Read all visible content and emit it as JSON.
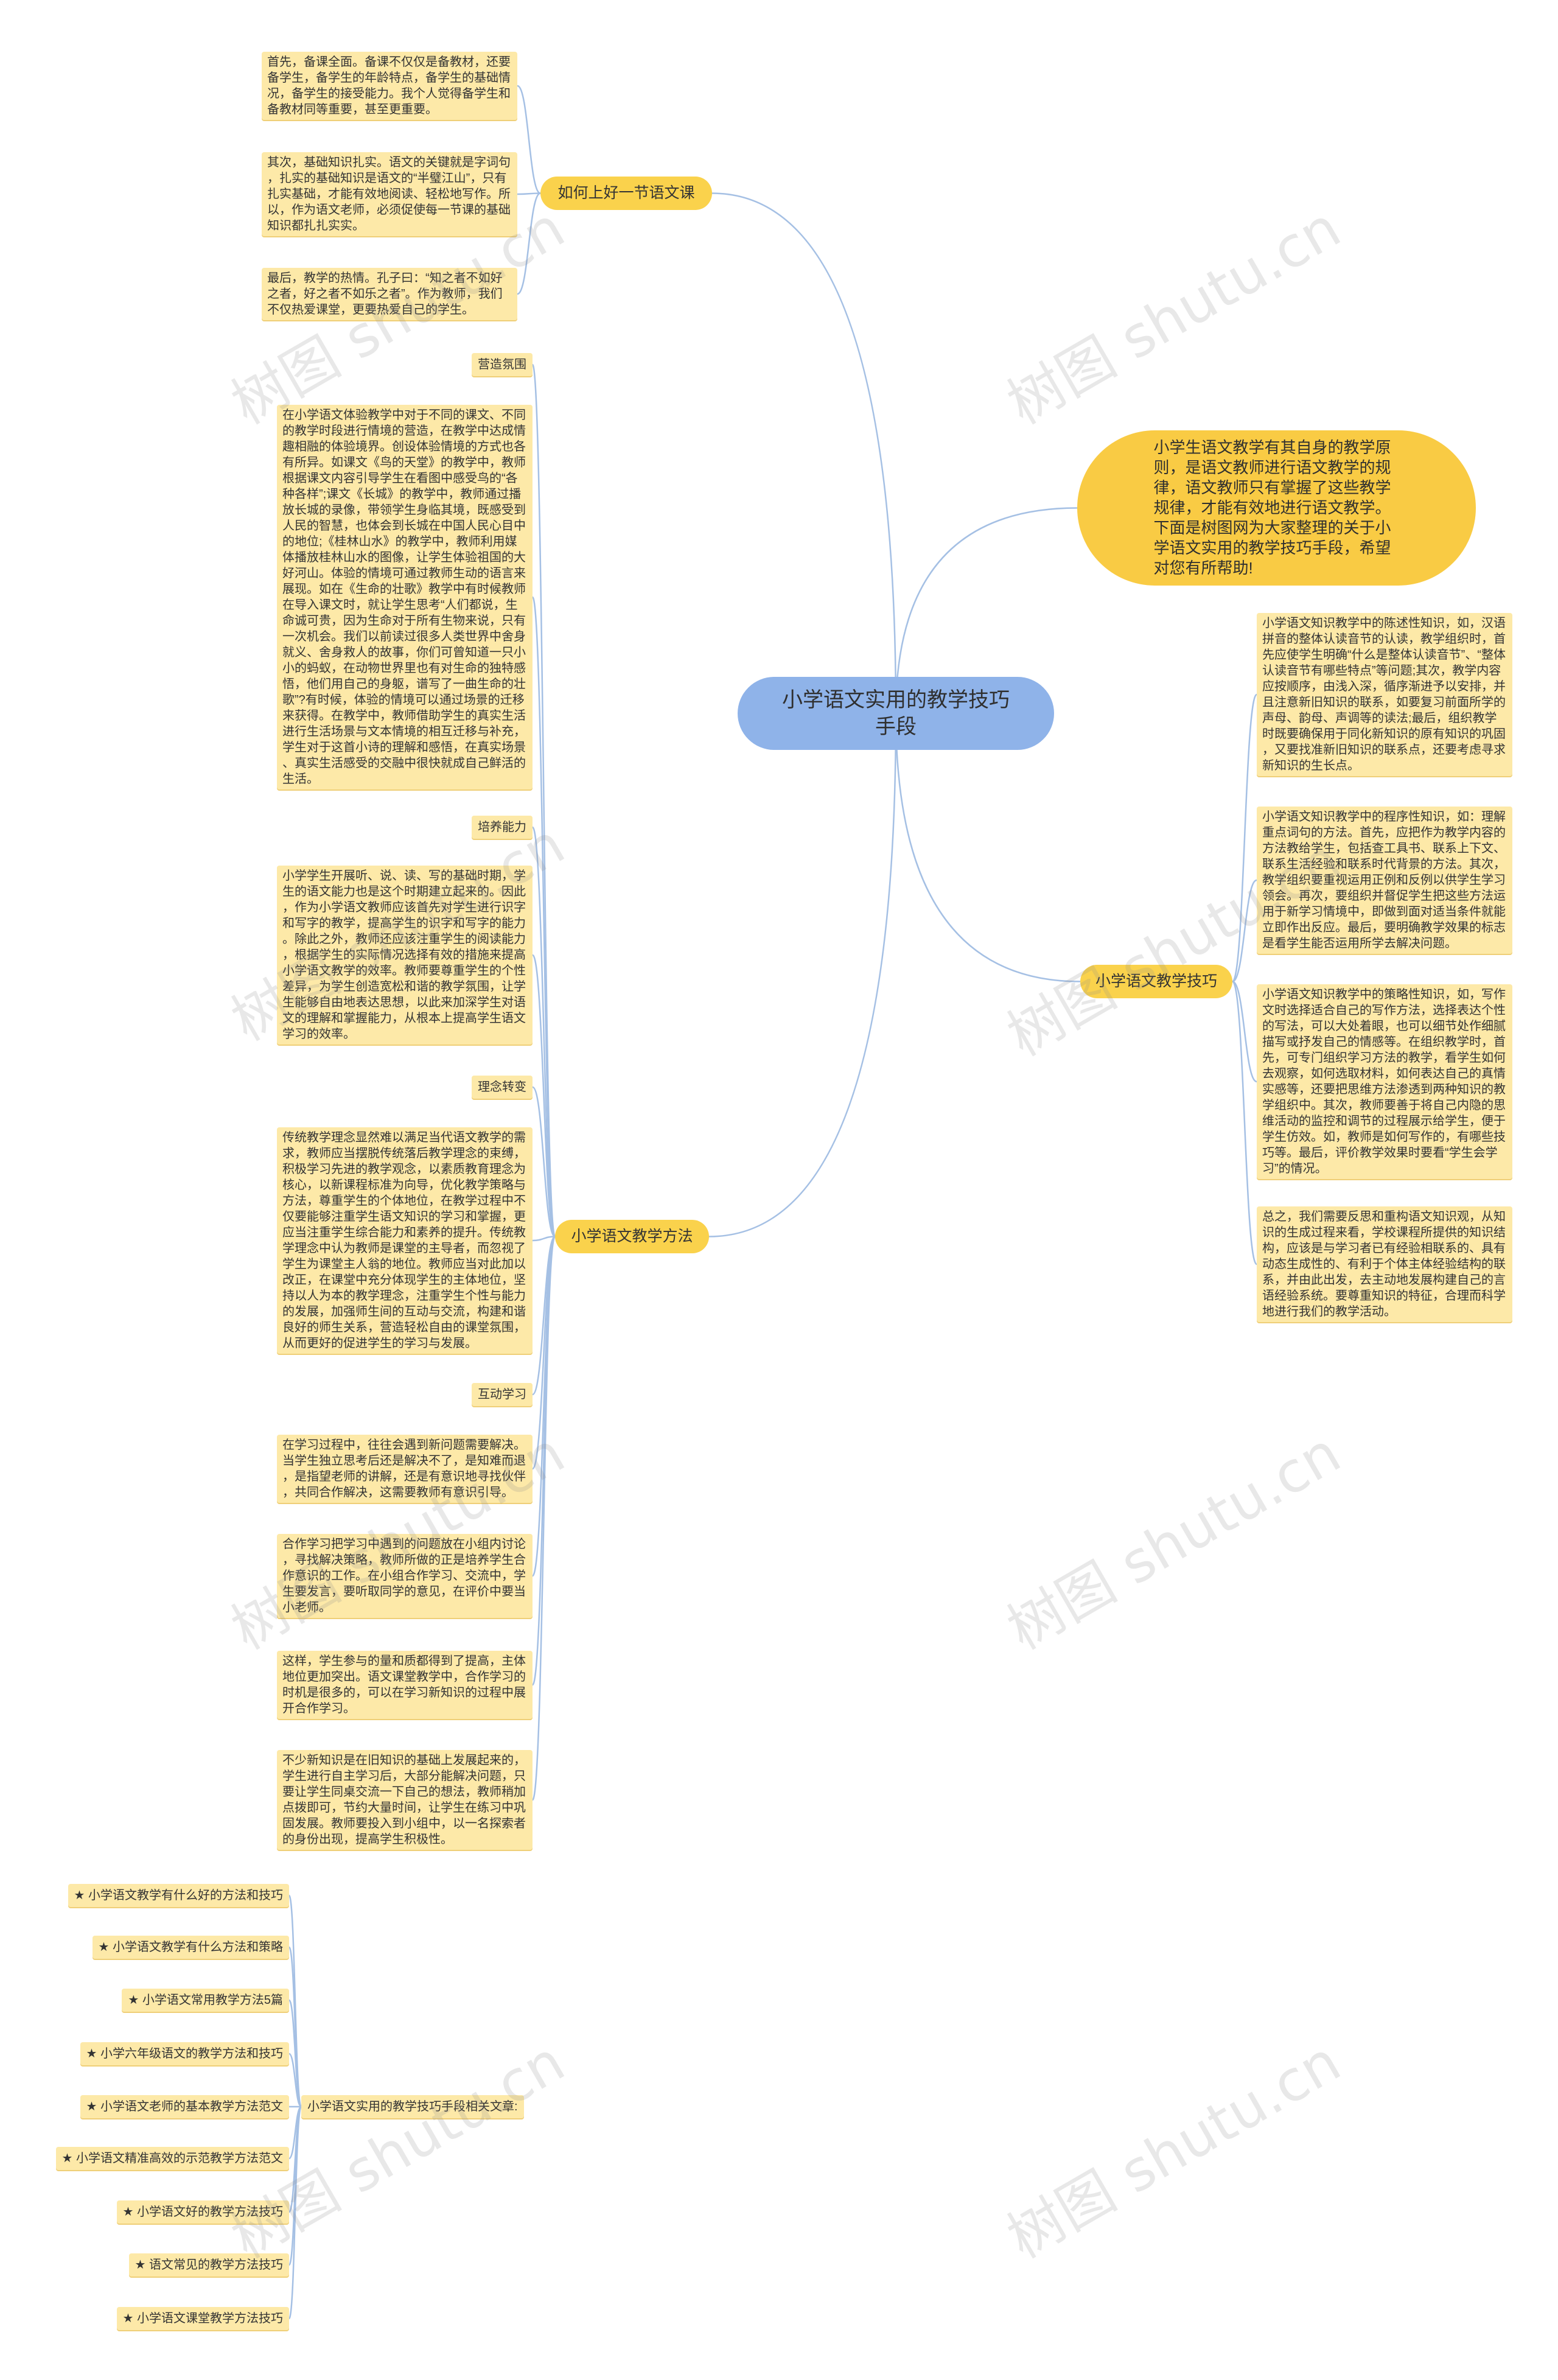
{
  "central": {
    "title": "小学语文实用的教学技巧手段"
  },
  "intro": {
    "text": "小学生语文教学有其自身的教学原则，是语文教师进行语文教学的规律，语文教师只有掌握了这些教学规律，才能有效地进行语文教学。下面是树图网为大家整理的关于小学语文实用的教学技巧手段，希望对您有所帮助!"
  },
  "lesson": {
    "label": "如何上好一节语文课",
    "items": [
      "首先，备课全面。备课不仅仅是备教材，还要备学生，备学生的年龄特点，备学生的基础情况，备学生的接受能力。我个人觉得备学生和备教材同等重要，甚至更重要。",
      "其次，基础知识扎实。语文的关键就是字词句，扎实的基础知识是语文的“半璧江山”，只有扎实基础，才能有效地阅读、轻松地写作。所以，作为语文老师，必须促使每一节课的基础知识都扎扎实实。",
      "最后，教学的热情。孔子曰：“知之者不如好之者，好之者不如乐之者”。作为教师，我们不仅热爱课堂，更要热爱自己的学生。"
    ]
  },
  "methods": {
    "label": "小学语文教学方法",
    "items": [
      "营造氛围",
      "在小学语文体验教学中对于不同的课文、不同的教学时段进行情境的营造，在教学中达成情趣相融的体验境界。创设体验情境的方式也各有所异。如课文《鸟的天堂》的教学中，教师根据课文内容引导学生在看图中感受鸟的“各种各样”;课文《长城》的教学中，教师通过播放长城的录像，带领学生身临其境，既感受到人民的智慧，也体会到长城在中国人民心目中的地位;《桂林山水》的教学中，教师利用媒体播放桂林山水的图像，让学生体验祖国的大好河山。体验的情境可通过教师生动的语言来展现。如在《生命的壮歌》教学中有时候教师在导入课文时，就让学生思考“人们都说，生命诚可贵，因为生命对于所有生物来说，只有一次机会。我们以前读过很多人类世界中舍身就义、舍身救人的故事，你们可曾知道一只小小的蚂蚁，在动物世界里也有对生命的独特感悟，他们用自己的身躯，谱写了一曲生命的壮歌”?有时候，体验的情境可以通过场景的迁移来获得。在教学中，教师借助学生的真实生活进行生活场景与文本情境的相互迁移与补充，学生对于这首小诗的理解和感悟，在真实场景、真实生活感受的交融中很快就成自己鲜活的生活。",
      "培养能力",
      "小学学生开展听、说、读、写的基础时期，学生的语文能力也是这个时期建立起来的。因此，作为小学语文教师应该首先对学生进行识字和写字的教学，提高学生的识字和写字的能力。除此之外，教师还应该注重学生的阅读能力，根据学生的实际情况选择有效的措施来提高小学语文教学的效率。教师要尊重学生的个性差异，为学生创造宽松和谐的教学氛围，让学生能够自由地表达思想，以此来加深学生对语文的理解和掌握能力，从根本上提高学生语文学习的效率。",
      "理念转变",
      "传统教学理念显然难以满足当代语文教学的需求，教师应当摆脱传统落后教学理念的束缚，积极学习先进的教学观念，以素质教育理念为核心，以新课程标准为向导，优化教学策略与方法，尊重学生的个体地位，在教学过程中不仅要能够注重学生语文知识的学习和掌握，更应当注重学生综合能力和素养的提升。传统教学理念中认为教师是课堂的主导者，而忽视了学生为课堂主人翁的地位。教师应当对此加以改正，在课堂中充分体现学生的主体地位，坚持以人为本的教学理念，注重学生个性与能力的发展，加强师生间的互动与交流，构建和谐良好的师生关系，营造轻松自由的课堂氛围，从而更好的促进学生的学习与发展。",
      "互动学习",
      "在学习过程中，往往会遇到新问题需要解决。当学生独立思考后还是解决不了，是知难而退，是指望老师的讲解，还是有意识地寻找伙伴，共同合作解决，这需要教师有意识引导。",
      "合作学习把学习中遇到的问题放在小组内讨论，寻找解决策略，教师所做的正是培养学生合作意识的工作。在小组合作学习、交流中，学生要发言，要听取同学的意见，在评价中要当小老师。",
      "这样，学生参与的量和质都得到了提高，主体地位更加突出。语文课堂教学中，合作学习的时机是很多的，可以在学习新知识的过程中展开合作学习。",
      "不少新知识是在旧知识的基础上发展起来的，学生进行自主学习后，大部分能解决问题，只要让学生同桌交流一下自己的想法，教师稍加点拨即可，节约大量时间，让学生在练习中巩固发展。教师要投入到小组中，以一名探索者的身份出现，提高学生积极性。"
    ]
  },
  "skills": {
    "label": "小学语文教学技巧",
    "items": [
      "小学语文知识教学中的陈述性知识，如，汉语拼音的整体认读音节的认读，教学组织时，首先应使学生明确“什么是整体认读音节”、“整体认读音节有哪些特点”等问题;其次，教学内容应按顺序，由浅入深，循序渐进予以安排，并且注意新旧知识的联系，如要复习前面所学的声母、韵母、声调等的读法;最后，组织教学时既要确保用于同化新知识的原有知识的巩固，又要找准新旧知识的联系点，还要考虑寻求新知识的生长点。",
      "小学语文知识教学中的程序性知识，如：理解重点词句的方法。首先，应把作为教学内容的方法教给学生，包括查工具书、联系上下文、联系生活经验和联系时代背景的方法。其次，教学组织要重视运用正例和反例以供学生学习领会。再次，要组织并督促学生把这些方法运用于新学习情境中，即做到面对适当条件就能立即作出反应。最后，要明确教学效果的标志是看学生能否运用所学去解决问题。",
      "小学语文知识教学中的策略性知识，如，写作文时选择适合自己的写作方法，选择表达个性的写法，可以大处着眼，也可以细节处作细腻描写或抒发自己的情感等。在组织教学时，首先，可专门组织学习方法的教学，看学生如何去观察，如何选取材料，如何表达自己的真情实感等，还要把思维方法渗透到两种知识的教学组织中。其次，教师要善于将自己内隐的思维活动的监控和调节的过程展示给学生，便于学生仿效。如，教师是如何写作的，有哪些技巧等。最后，评价教学效果时要看“学生会学习”的情况。",
      "总之，我们需要反思和重构语文知识观，从知识的生成过程来看，学校课程所提供的知识结构，应该是与学习者已有经验相联系的、具有动态生成性的、有利于个体主体经验结构的联系，并由此出发，去主动地发展构建自己的言语经验系统。要尊重知识的特征，合理而科学地进行我们的教学活动。"
    ]
  },
  "related": {
    "label": "小学语文实用的教学技巧手段相关文章:",
    "items": [
      "★ 小学语文教学有什么好的方法和技巧",
      "★ 小学语文教学有什么方法和策略",
      "★ 小学语文常用教学方法5篇",
      "★ 小学六年级语文的教学方法和技巧",
      "★ 小学语文老师的基本教学方法范文",
      "★ 小学语文精准高效的示范教学方法范文",
      "★ 小学语文好的教学方法技巧",
      "★ 语文常见的教学方法技巧",
      "★ 小学语文课堂教学方法技巧"
    ]
  },
  "watermark": "树图 shutu.cn",
  "colors": {
    "central": "#8fb3e9",
    "intro": "#f9cb44",
    "topic": "#fad24c",
    "leaf": "#fde9a8",
    "line": "#a5c0e4"
  }
}
